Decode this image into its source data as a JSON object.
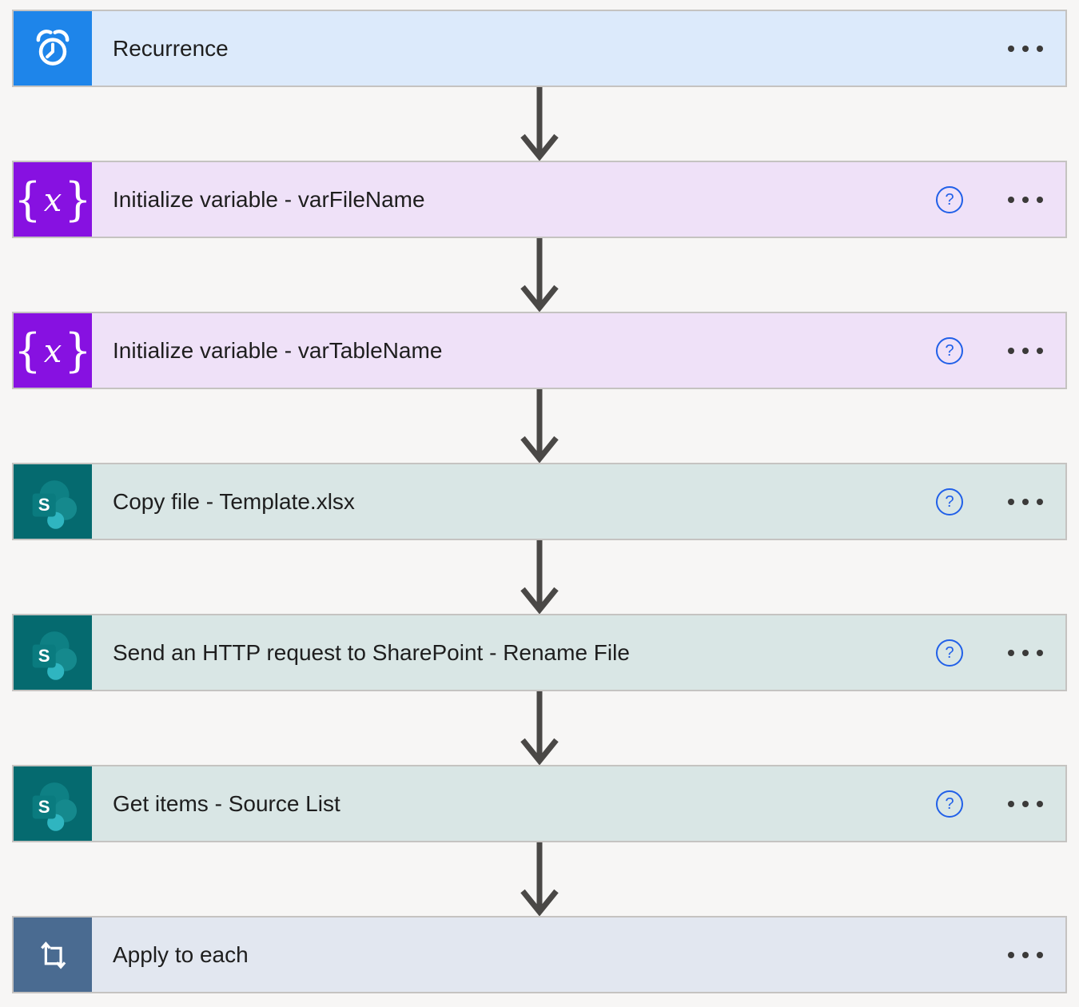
{
  "page": {
    "app": "Power Automate flow designer",
    "background": "#F7F6F5"
  },
  "flow": {
    "help_glyph": "?",
    "colors": {
      "card_border": "#C5C3C1",
      "title": "#1E1E1E",
      "help_blue": "#2160E8",
      "menu_dots": "#3B3A39",
      "connector_arrow": "#4A4846"
    },
    "cards": [
      {
        "title": "Recurrence",
        "icon": "alarm-clock-icon",
        "icon_bg": "#1E85EA",
        "body_bg": "#DCEAFB",
        "help_button": false,
        "menu_button": true
      },
      {
        "title": "Initialize variable - varFileName",
        "icon": "variable-braces-icon",
        "icon_bg": "#8711E1",
        "body_bg": "#EFE1F8",
        "help_button": true,
        "menu_button": true
      },
      {
        "title": "Initialize variable - varTableName",
        "icon": "variable-braces-icon",
        "icon_bg": "#8711E1",
        "body_bg": "#EFE1F8",
        "help_button": true,
        "menu_button": true
      },
      {
        "title": "Copy file - Template.xlsx",
        "icon": "sharepoint-logo-icon",
        "icon_bg": "#056A6F",
        "body_bg": "#D9E6E5",
        "help_button": true,
        "menu_button": true
      },
      {
        "title": "Send an HTTP request to SharePoint - Rename File",
        "icon": "sharepoint-logo-icon",
        "icon_bg": "#056A6F",
        "body_bg": "#D9E6E5",
        "help_button": true,
        "menu_button": true
      },
      {
        "title": "Get items - Source List",
        "icon": "sharepoint-logo-icon",
        "icon_bg": "#056A6F",
        "body_bg": "#D9E6E5",
        "help_button": true,
        "menu_button": true
      },
      {
        "title": "Apply to each",
        "icon": "loop-arrows-icon",
        "icon_bg": "#4A6B91",
        "body_bg": "#E2E7F0",
        "help_button": false,
        "menu_button": true
      }
    ]
  }
}
